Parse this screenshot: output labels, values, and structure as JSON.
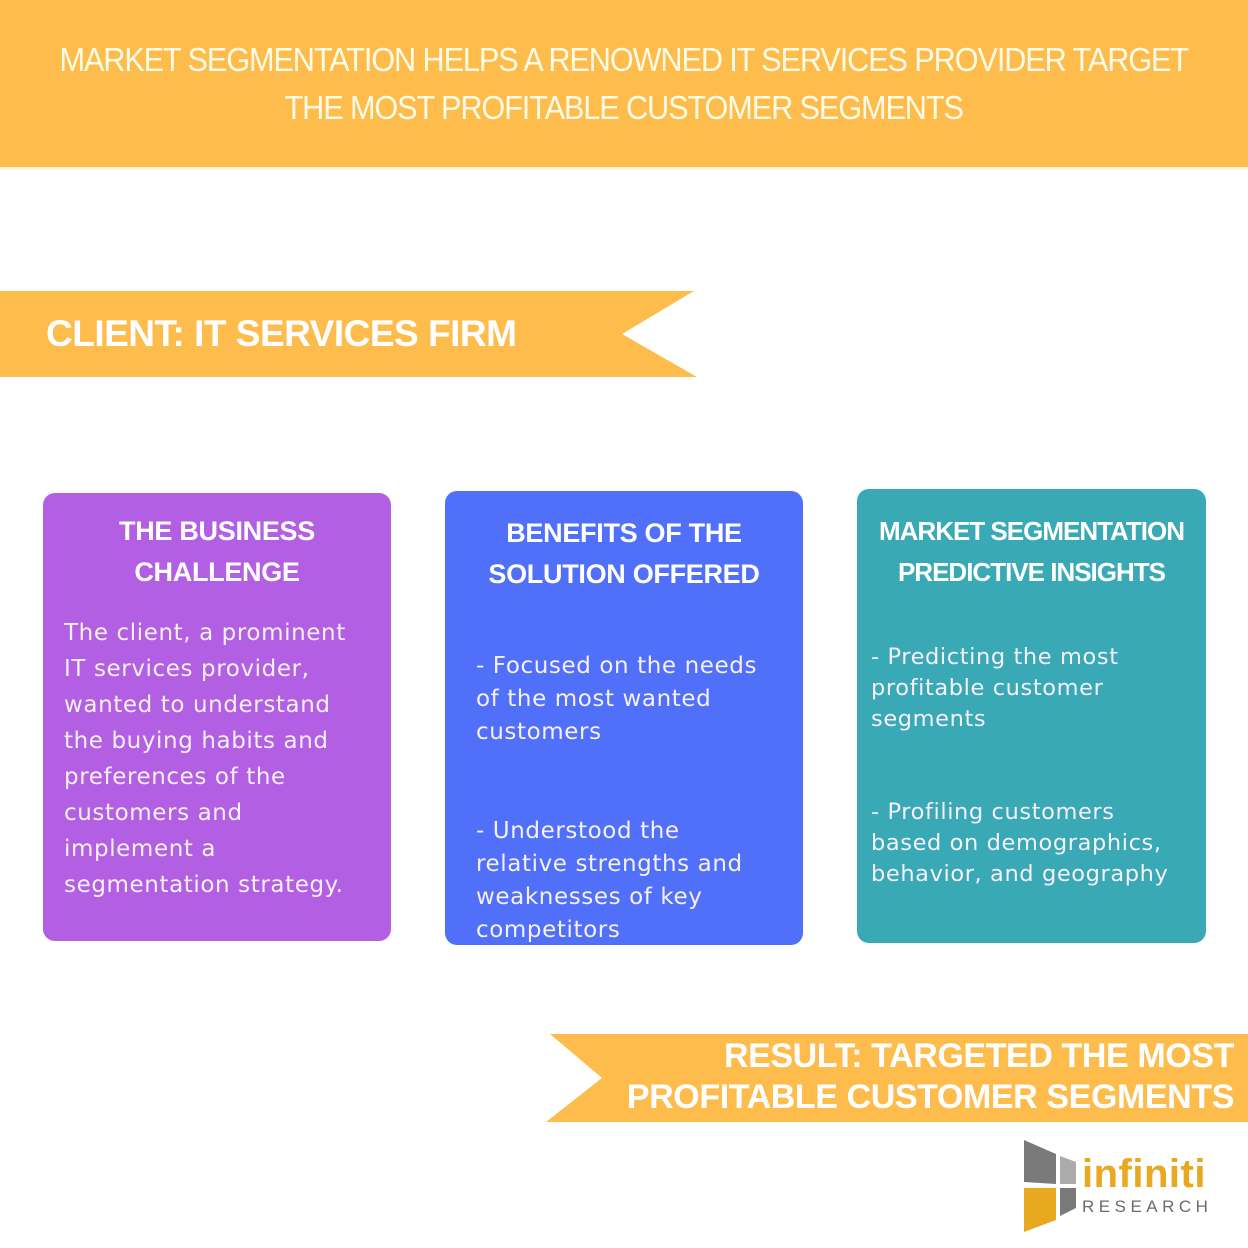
{
  "header": {
    "title_line1": "MARKET SEGMENTATION HELPS A RENOWNED IT SERVICES PROVIDER TARGET",
    "title_line2": "THE MOST PROFITABLE CUSTOMER SEGMENTS"
  },
  "client_ribbon": {
    "label": "CLIENT: IT SERVICES FIRM"
  },
  "cards": [
    {
      "title_line1": "THE BUSINESS",
      "title_line2": "CHALLENGE",
      "body": "The client, a prominent\nIT services provider,\nwanted to understand\nthe buying habits and\npreferences of the\ncustomers and\nimplement a\nsegmentation strategy."
    },
    {
      "title_line1": "BENEFITS OF THE",
      "title_line2": "SOLUTION OFFERED",
      "points": [
        "- Focused on the needs\nof the most wanted\ncustomers",
        "- Understood the\nrelative strengths and\nweaknesses of key\ncompetitors"
      ]
    },
    {
      "title_line1": "MARKET SEGMENTATION",
      "title_line2": "PREDICTIVE INSIGHTS",
      "points": [
        "- Predicting the most\nprofitable customer\nsegments",
        "- Profiling customers\nbased on demographics,\nbehavior, and geography"
      ]
    }
  ],
  "result_ribbon": {
    "line1": "RESULT: TARGETED THE MOST",
    "line2": "PROFITABLE CUSTOMER SEGMENTS"
  },
  "logo": {
    "brand": "infiniti",
    "sub": "RESEARCH"
  },
  "colors": {
    "accent_orange": "#FDBC4B",
    "card_purple": "#B35FE3",
    "card_blue": "#5170FA",
    "card_teal": "#38A9B5",
    "logo_gold": "#E8A820"
  }
}
